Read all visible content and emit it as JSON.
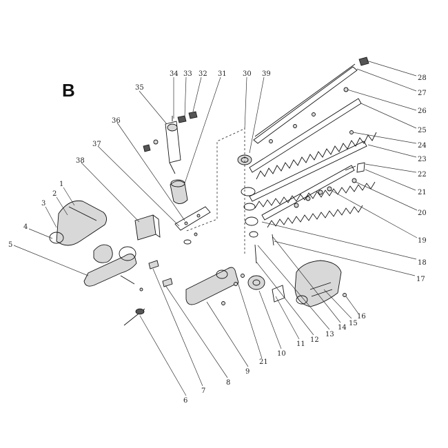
{
  "diagram": {
    "section_label": "B",
    "callouts": [
      "1",
      "2",
      "3",
      "4",
      "5",
      "6",
      "7",
      "8",
      "9",
      "10",
      "11",
      "12",
      "13",
      "14",
      "15",
      "16",
      "17",
      "18",
      "19",
      "20",
      "21",
      "21",
      "22",
      "23",
      "24",
      "25",
      "26",
      "27",
      "28",
      "30",
      "31",
      "32",
      "33",
      "34",
      "35",
      "36",
      "37",
      "38",
      "39"
    ]
  }
}
